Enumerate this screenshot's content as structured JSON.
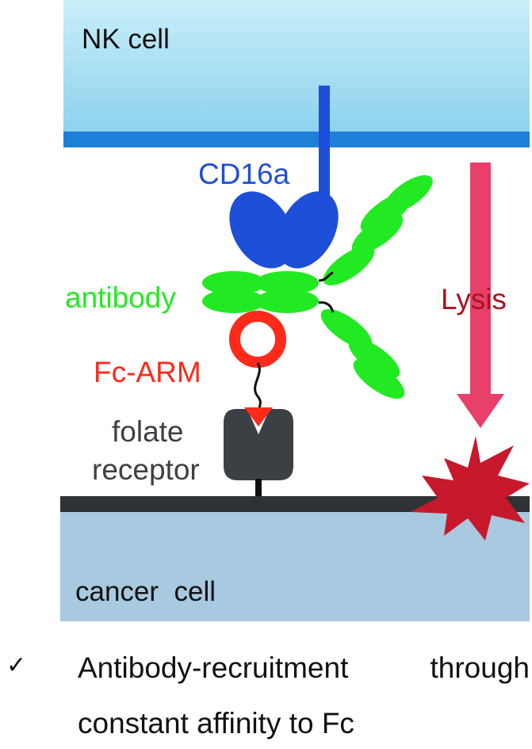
{
  "diagram": {
    "nk_cell_label": "NK cell",
    "cd16a_label": "CD16a",
    "antibody_label": "antibody",
    "fcarm_label": "Fc-ARM",
    "folate_label_line1": "folate",
    "folate_label_line2": "receptor",
    "lysis_label": "Lysis",
    "cancer_cell_label": "cancer  cell"
  },
  "bullet": {
    "mark": "✓",
    "line1_words": [
      "Antibody-recruitment",
      "through"
    ],
    "line2": "constant affinity to Fc"
  },
  "colors": {
    "nk_cell_top": "#c6ecf8",
    "nk_cell_bottom": "#8fd3ef",
    "nk_membrane": "#1e7fd6",
    "cd16a": "#1e4fd8",
    "antibody": "#22ea22",
    "fcarm": "#ff2a1a",
    "folate_receptor": "#3b4044",
    "cancer_membrane": "#2e3236",
    "cancer_cell": "#a8c9e0",
    "lysis_arrow": "#e8406a",
    "lysis_text": "#a8141e",
    "burst": "#c8182c"
  }
}
